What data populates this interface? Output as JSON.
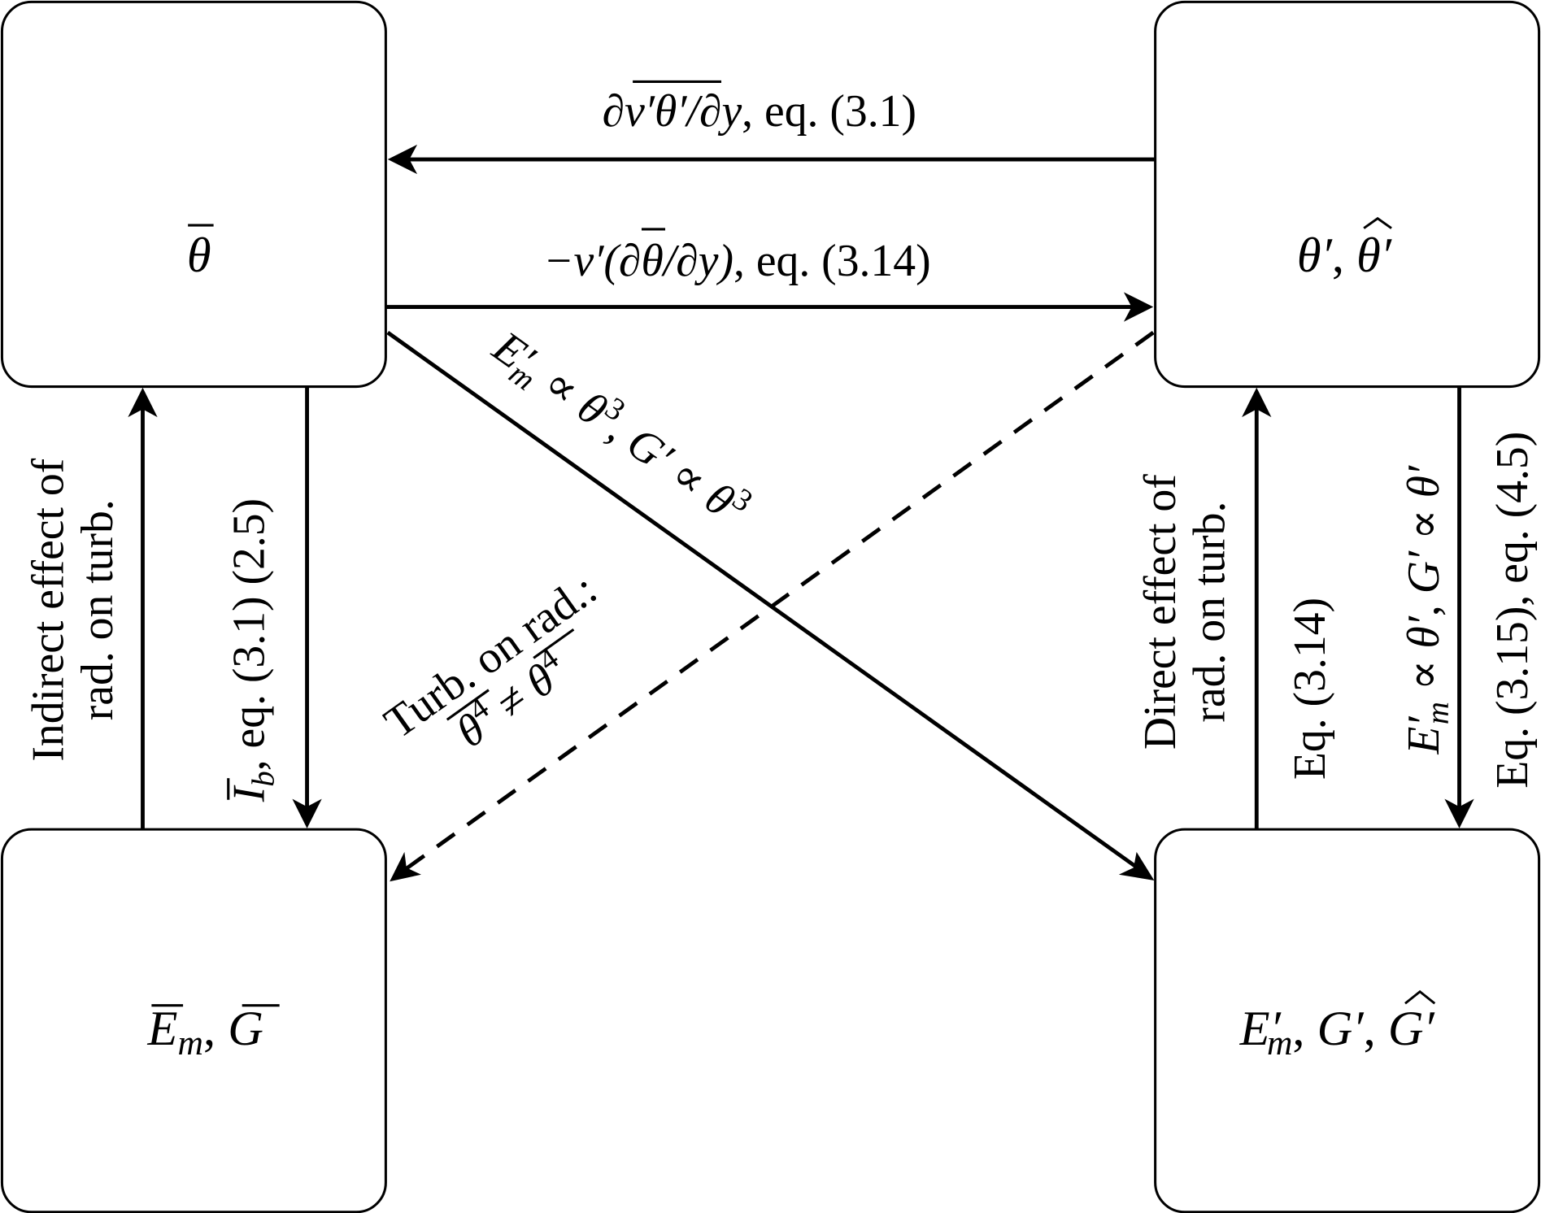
{
  "diagram": {
    "type": "flow-diagram",
    "colors": {
      "stroke": "#000000",
      "background": "#ffffff"
    },
    "nodes": {
      "mean_temperature": {
        "symbol": "θ",
        "overline": true,
        "display": "θ̄"
      },
      "fluctuating_temperature": {
        "display": "θ′, θ̂′",
        "part1": "θ′",
        "sep": ", ",
        "part2": "θ′",
        "part2_hat": true
      },
      "mean_radiation": {
        "display": "Ē_m, Ḡ",
        "E": "E",
        "m": "m",
        "sep": ", ",
        "G": "G"
      },
      "fluctuating_radiation": {
        "display": "E′_m, G′, Ĝ′",
        "E": "E′",
        "m": "m",
        "sep1": ", ",
        "G1": "G′",
        "sep2": ", ",
        "G2": "G′"
      }
    },
    "edges": {
      "turb_flux_to_mean": {
        "display": "∂(v′θ′)‾/∂y, eq. (3.1)",
        "d": "∂",
        "vtheta": "v′θ′",
        "rest_math": "/∂y",
        "rest_text": ", eq. (3.1)",
        "style": "solid",
        "from": "fluctuating_temperature",
        "to": "mean_temperature"
      },
      "mean_gradient_to_fluct": {
        "display": "−v′(∂θ̄/∂y), eq. (3.14)",
        "pre": "−v′(∂",
        "theta": "θ",
        "post_math": "/∂y)",
        "post_text": ", eq. (3.14)",
        "style": "solid",
        "from": "mean_temperature",
        "to": "fluctuating_temperature"
      },
      "mean_to_fluct_radiation": {
        "display": "E′_m ∝ θ̄³, Ĝ′ ∝ θ̄³",
        "E": "E′",
        "m": "m",
        "prop": " ∝ ",
        "theta": "θ",
        "exp": "3",
        "sep": ", ",
        "G": "G′",
        "style": "solid",
        "from": "mean_temperature",
        "to": "fluctuating_radiation"
      },
      "turb_on_rad": {
        "display": "Turb. on rad.: θ⁴‾ ≠ θ̄⁴",
        "line1": "Turb. on rad.:",
        "theta": "θ",
        "exp": "4",
        "neq": " ≠ ",
        "style": "dashed",
        "from": "fluctuating_temperature",
        "to": "mean_radiation"
      },
      "indirect_effect": {
        "line1": "Indirect effect of",
        "line2": "rad. on turb.",
        "style": "solid",
        "from": "mean_radiation",
        "to": "mean_temperature"
      },
      "mean_source": {
        "display": "Ī_b, eq. (3.1) (2.5)",
        "I": "I",
        "b": "b",
        "rest": ", eq. (3.1) (2.5)",
        "style": "solid",
        "from": "mean_temperature",
        "to": "mean_radiation"
      },
      "direct_effect": {
        "line1": "Direct effect of",
        "line2": "rad. on turb.",
        "style": "solid",
        "from": "fluctuating_radiation",
        "to": "fluctuating_temperature"
      },
      "direct_effect_eq": {
        "text": "Eq. (3.14)"
      },
      "fluct_source": {
        "display": "E′_m ∝ θ′, Ĝ′ ∝ θ̂′",
        "E": "E′",
        "m": "m",
        "prop": " ∝ ",
        "theta": "θ′",
        "sep": ", ",
        "G": "G′",
        "prop2": " ∝ ",
        "theta2": "θ′",
        "style": "solid",
        "from": "fluctuating_temperature",
        "to": "fluctuating_radiation"
      },
      "fluct_source_eq": {
        "text": "Eq. (3.15), eq. (4.5)"
      }
    }
  }
}
